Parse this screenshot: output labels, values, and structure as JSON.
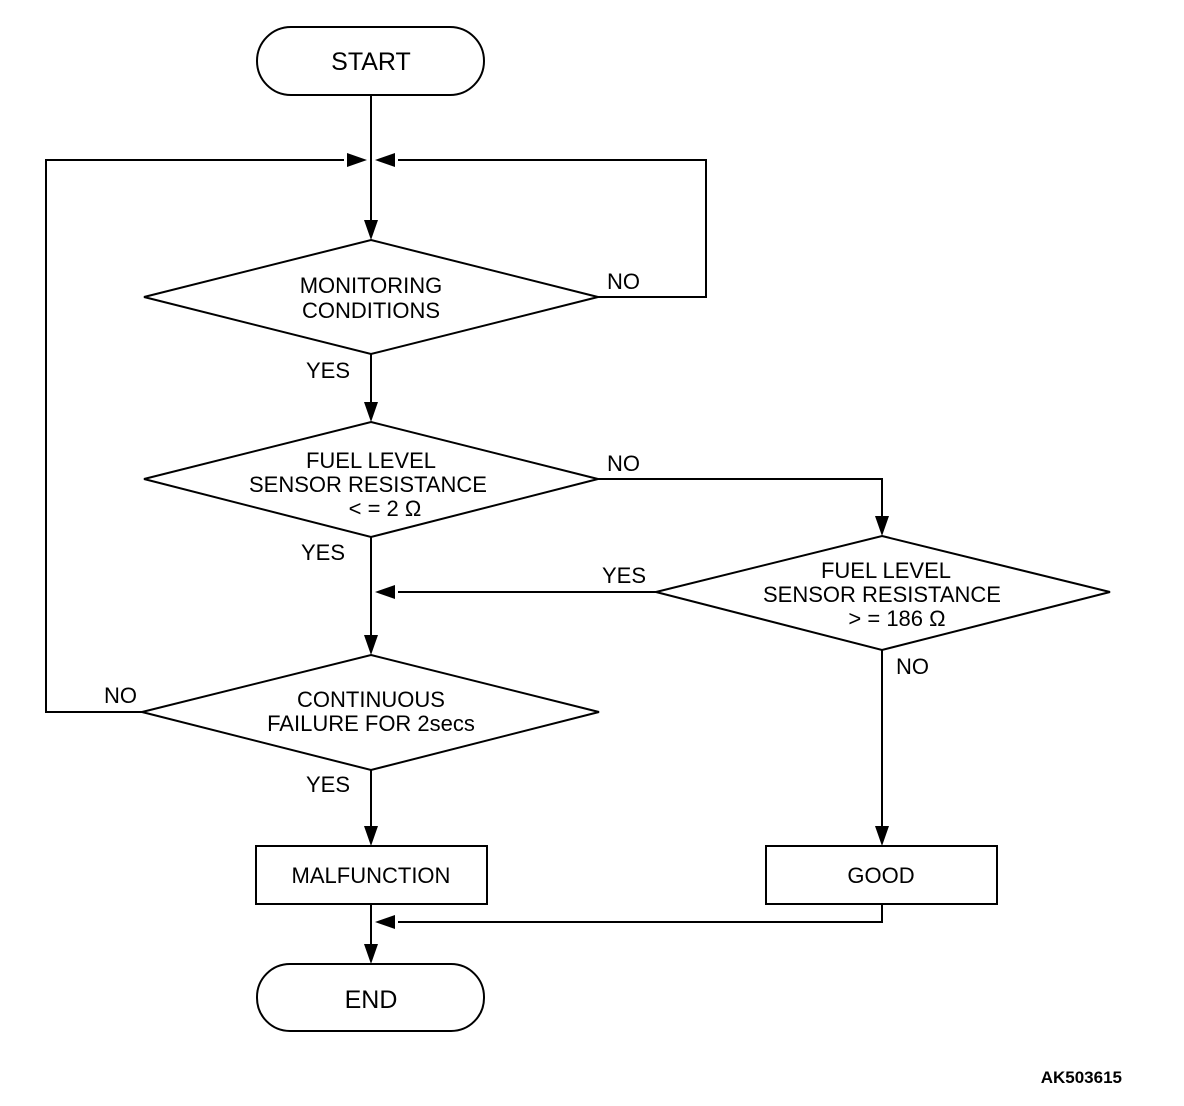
{
  "diagram": {
    "start_label": "START",
    "end_label": "END",
    "decisions": {
      "monitoring": {
        "line1": "MONITORING",
        "line2": "CONDITIONS",
        "yes_label": "YES",
        "no_label": "NO"
      },
      "low_resistance": {
        "line1": "FUEL LEVEL",
        "line2": "SENSOR RESISTANCE",
        "line3": "< = 2 Ω",
        "yes_label": "YES",
        "no_label": "NO"
      },
      "high_resistance": {
        "line1": "FUEL LEVEL",
        "line2": "SENSOR RESISTANCE",
        "line3": "> = 186 Ω",
        "yes_label": "YES",
        "no_label": "NO"
      },
      "continuous": {
        "line1": "CONTINUOUS",
        "line2": "FAILURE FOR 2secs",
        "yes_label": "YES",
        "no_label": "NO"
      }
    },
    "results": {
      "malfunction": "MALFUNCTION",
      "good": "GOOD"
    },
    "figure_code": "AK503615"
  }
}
